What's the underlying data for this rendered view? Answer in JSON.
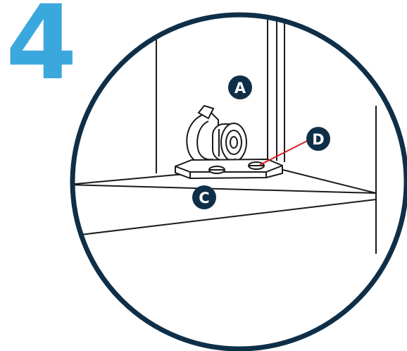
{
  "step": {
    "number": "4"
  },
  "colors": {
    "accent": "#3aa8dd",
    "navy": "#0f2f48",
    "line": "#1a1a1a",
    "leader": "#d11f2b",
    "background": "#ffffff"
  },
  "callouts": {
    "a": {
      "label": "A",
      "part": "magnetic-catch"
    },
    "c": {
      "label": "C",
      "part": "mounting-plate"
    },
    "d": {
      "label": "D",
      "part": "screw"
    }
  }
}
